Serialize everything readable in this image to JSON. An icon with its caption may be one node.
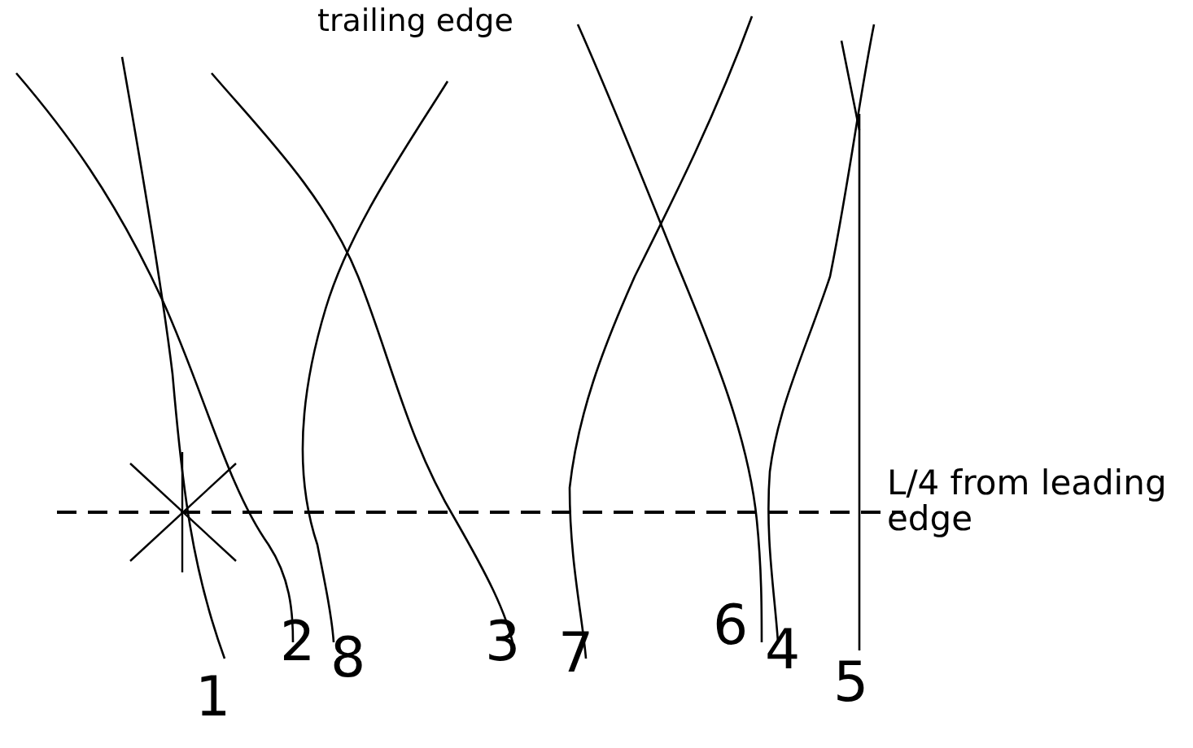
{
  "diagram": {
    "labels": [
      "trailing edge",
      "L/4 from leading edge",
      "1",
      "2",
      "8",
      "3",
      "7",
      "6",
      "4",
      "5"
    ]
  }
}
